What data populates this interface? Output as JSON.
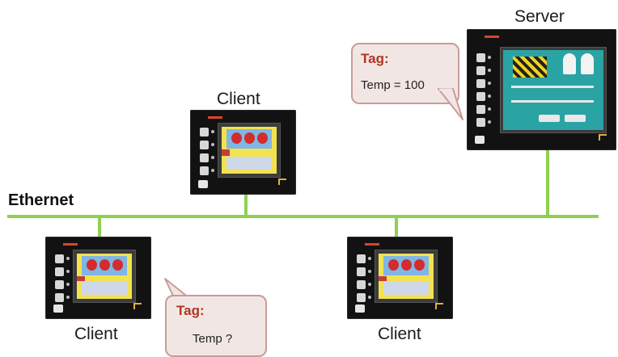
{
  "network": {
    "ethernet_label": "Ethernet",
    "line_color": "#8fd14f"
  },
  "devices": {
    "server": {
      "label": "Server"
    },
    "client_top": {
      "label": "Client"
    },
    "client_left": {
      "label": "Client"
    },
    "client_right": {
      "label": "Client"
    }
  },
  "bubbles": {
    "server_tag": {
      "title": "Tag:",
      "value": "Temp = 100"
    },
    "client_tag": {
      "title": "Tag:",
      "value": "Temp ?"
    }
  },
  "colors": {
    "tag_title": "#b03622",
    "bubble_bg": "#f2e6e4",
    "bubble_border": "#c89c97"
  }
}
